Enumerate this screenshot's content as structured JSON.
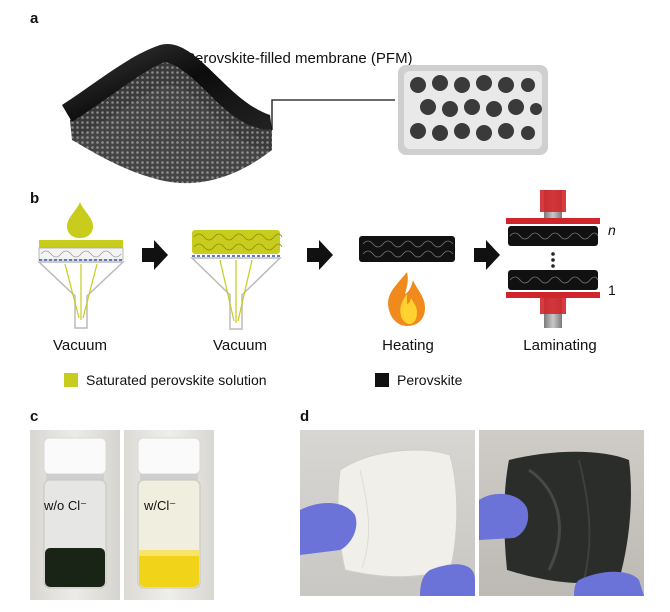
{
  "panels": {
    "a": {
      "label": "a",
      "title": "Perovskite-filled membrane (PFM)"
    },
    "b": {
      "label": "b",
      "steps": [
        "Vacuum",
        "Vacuum",
        "Heating",
        "Laminating"
      ],
      "stack_top_label": "n",
      "stack_bottom_label": "1",
      "legend": [
        {
          "label": "Saturated perovskite solution",
          "color": "#c8cc1c"
        },
        {
          "label": "Perovskite",
          "color": "#111111"
        }
      ]
    },
    "c": {
      "label": "c",
      "vials": [
        "w/o Cl⁻",
        "w/Cl⁻"
      ]
    },
    "d": {
      "label": "d"
    }
  },
  "colors": {
    "solution": "#c8cc1c",
    "perovskite": "#111111",
    "press": "#d0262b",
    "press_rod": "#9a9a9a",
    "glove": "#6b72d8"
  }
}
